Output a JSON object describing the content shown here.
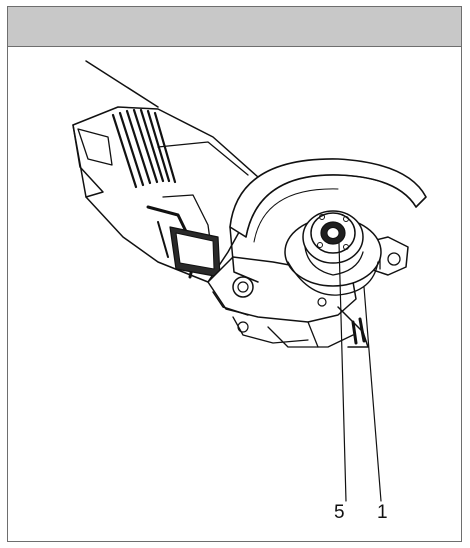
{
  "diagram": {
    "callouts": [
      {
        "id": "5",
        "label": "5"
      },
      {
        "id": "1",
        "label": "1"
      }
    ],
    "colors": {
      "header": "#c8c8c8",
      "frame": "#6e6e6e",
      "ink": "#111111"
    },
    "subject_icon": "angle-grinder-icon"
  }
}
